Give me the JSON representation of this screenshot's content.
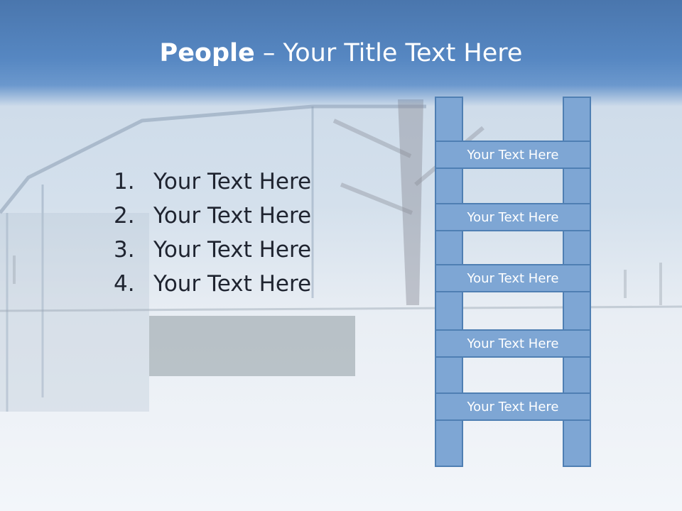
{
  "title": {
    "bold": "People",
    "rest": " – Your Title Text Here"
  },
  "list": [
    {
      "num": "1.",
      "text": "Your Text Here"
    },
    {
      "num": "2.",
      "text": "Your Text Here"
    },
    {
      "num": "3.",
      "text": "Your Text Here"
    },
    {
      "num": "4.",
      "text": "Your Text Here"
    }
  ],
  "ladder": [
    "Your Text Here",
    "Your Text Here",
    "Your Text Here",
    "Your Text Here",
    "Your Text Here"
  ],
  "colors": {
    "title_bar": "#5687c2",
    "ladder_fill": "#7ea6d4",
    "ladder_border": "#4f7fb3",
    "title_text": "#ffffff"
  }
}
